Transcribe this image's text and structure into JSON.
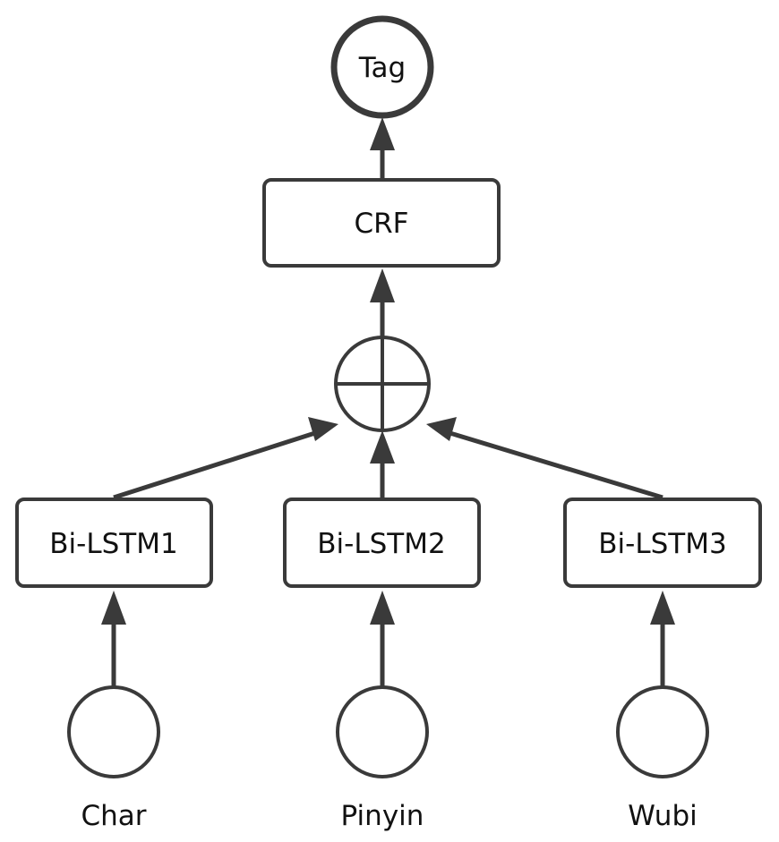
{
  "nodes": {
    "tag": "Tag",
    "crf": "CRF",
    "bilstm1": "Bi-LSTM1",
    "bilstm2": "Bi-LSTM2",
    "bilstm3": "Bi-LSTM3"
  },
  "inputs": {
    "char": "Char",
    "pinyin": "Pinyin",
    "wubi": "Wubi"
  },
  "colors": {
    "stroke": "#3a3a3a",
    "text": "#111111",
    "background": "#ffffff"
  }
}
